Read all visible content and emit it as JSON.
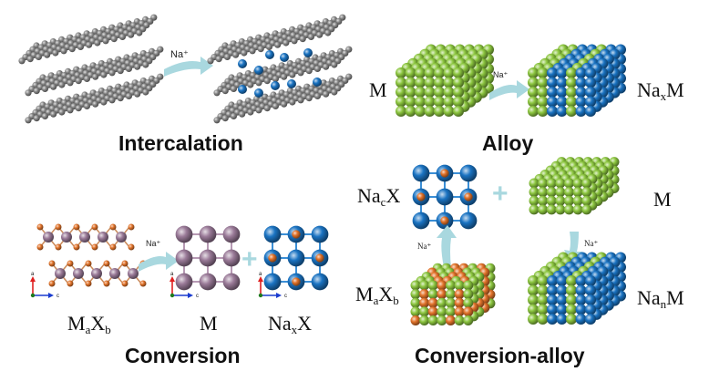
{
  "figure": {
    "colors": {
      "host_gray": "#8a8a8a",
      "sodium_blue": "#1a73c2",
      "metal_green": "#8cc63f",
      "anion_orange": "#e2732a",
      "metal_purple": "#9a7a98",
      "arrow_cyan": "#a9d8df",
      "axis_a_red": "#e02020",
      "axis_c_blue": "#1a3ccf",
      "origin_green": "#1e7a1e"
    },
    "panels": {
      "intercalation": {
        "title": "Intercalation",
        "arrow_label": "Na⁺"
      },
      "alloy": {
        "title": "Alloy",
        "arrow_label": "Na⁺",
        "reactant": {
          "base": "M"
        },
        "product": {
          "base": "Na",
          "sub": "x",
          "tail": "M"
        }
      },
      "conversion": {
        "title": "Conversion",
        "arrow_label": "Na⁺",
        "plus": "+",
        "axis_a": "a",
        "axis_c": "c",
        "reactant": {
          "base": "M",
          "sub1": "a",
          "mid": "X",
          "sub2": "b"
        },
        "product1": {
          "base": "M"
        },
        "product2": {
          "base": "Na",
          "sub": "x",
          "tail": "X"
        }
      },
      "conversion_alloy": {
        "title": "Conversion-alloy",
        "arrow_up_label": "Na⁺",
        "arrow_down_label": "Na⁺",
        "plus": "+",
        "reactant": {
          "base": "M",
          "sub1": "a",
          "mid": "X",
          "sub2": "b"
        },
        "intermediate1": {
          "base": "Na",
          "sub": "c",
          "tail": "X"
        },
        "intermediate2": {
          "base": "M"
        },
        "product": {
          "base": "Na",
          "sub": "n",
          "tail": "M"
        }
      }
    }
  }
}
